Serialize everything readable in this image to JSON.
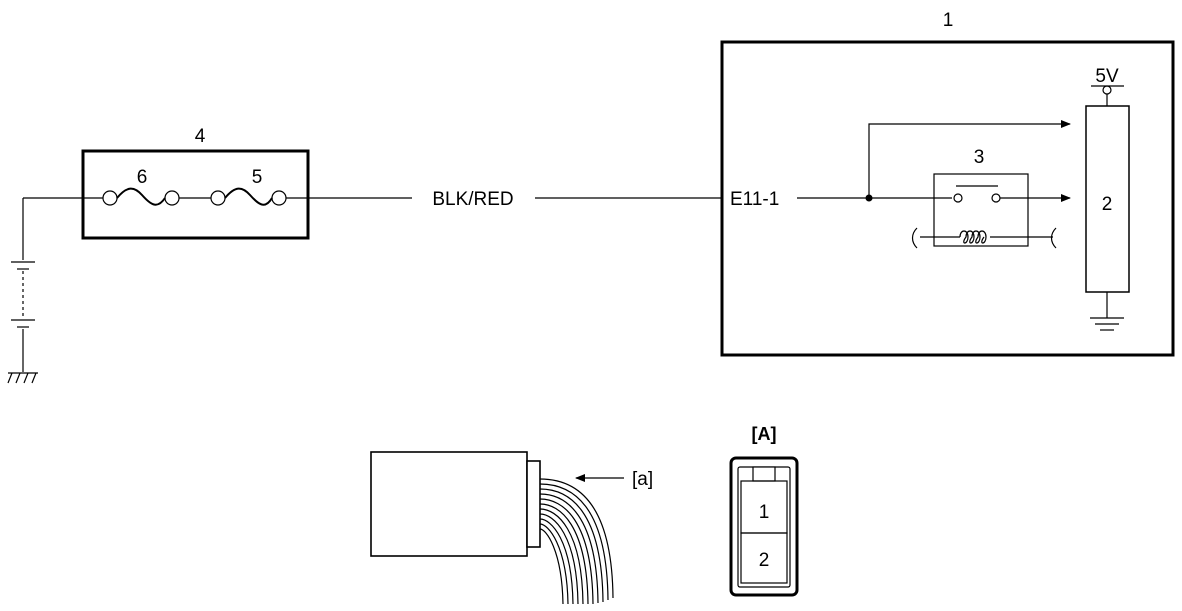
{
  "labels": {
    "ecu_number": "1",
    "sensor_number": "2",
    "relay_number": "3",
    "fuse_box_number": "4",
    "fuse_5": "5",
    "fuse_6": "6",
    "supply_voltage": "5V",
    "terminal": "E11-1",
    "wire_color": "BLK/RED",
    "view_arrow": "[a]",
    "connector_view": "[A]",
    "pin_1": "1",
    "pin_2": "2"
  }
}
